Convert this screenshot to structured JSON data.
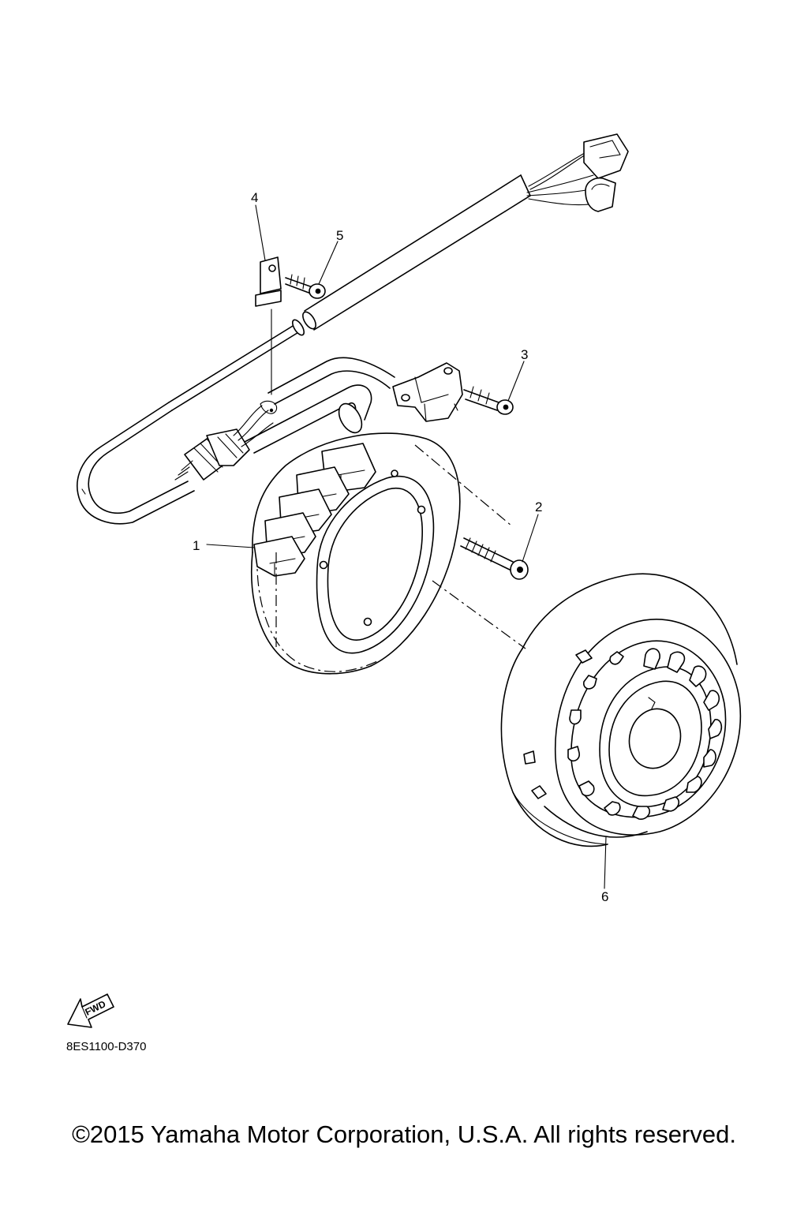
{
  "callouts": {
    "c1": "1",
    "c2": "2",
    "c3": "3",
    "c4": "4",
    "c5": "5",
    "c6": "6"
  },
  "fwd_label": "FWD",
  "diagram_code": "8ES1100-D370",
  "copyright": "©2015 Yamaha Motor Corporation, U.S.A. All rights reserved."
}
